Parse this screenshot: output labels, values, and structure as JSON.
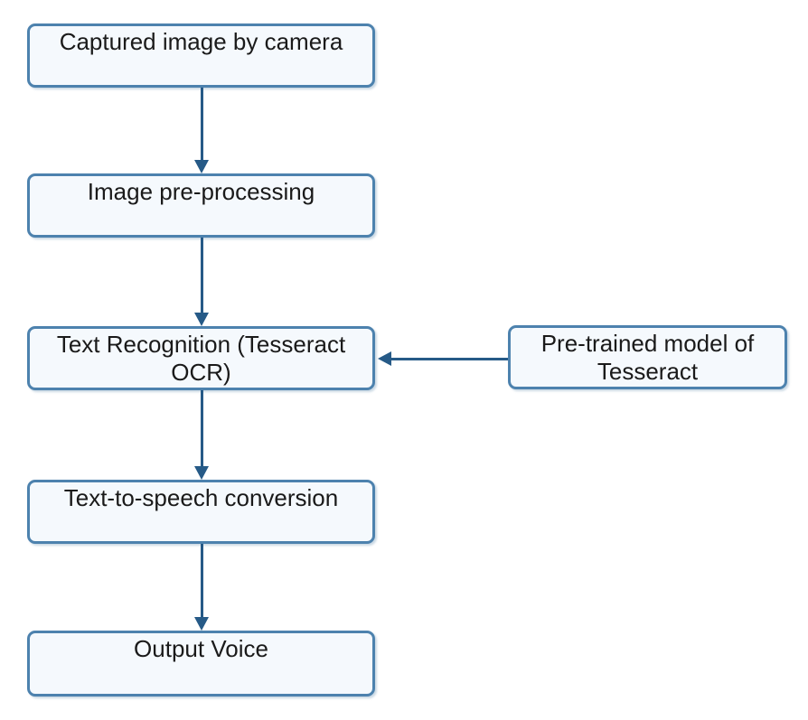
{
  "flowchart": {
    "nodes": [
      {
        "id": "captured-image",
        "label": "Captured image by camera"
      },
      {
        "id": "image-pre-processing",
        "label": "Image pre-processing"
      },
      {
        "id": "text-recognition",
        "label": "Text Recognition (Tesseract OCR)"
      },
      {
        "id": "pretrained-model",
        "label": "Pre-trained model of Tesseract"
      },
      {
        "id": "text-to-speech",
        "label": "Text-to-speech conversion"
      },
      {
        "id": "output-voice",
        "label": "Output Voice"
      }
    ],
    "edges": [
      {
        "from": "captured-image",
        "to": "image-pre-processing",
        "direction": "down"
      },
      {
        "from": "image-pre-processing",
        "to": "text-recognition",
        "direction": "down"
      },
      {
        "from": "pretrained-model",
        "to": "text-recognition",
        "direction": "left"
      },
      {
        "from": "text-recognition",
        "to": "text-to-speech",
        "direction": "down"
      },
      {
        "from": "text-to-speech",
        "to": "output-voice",
        "direction": "down"
      }
    ]
  },
  "colors": {
    "node_fill": "#f5f9fd",
    "node_border": "#4d82ae",
    "arrow_color": "#265a87",
    "text_color": "#1a1a1a",
    "background": "#ffffff"
  }
}
